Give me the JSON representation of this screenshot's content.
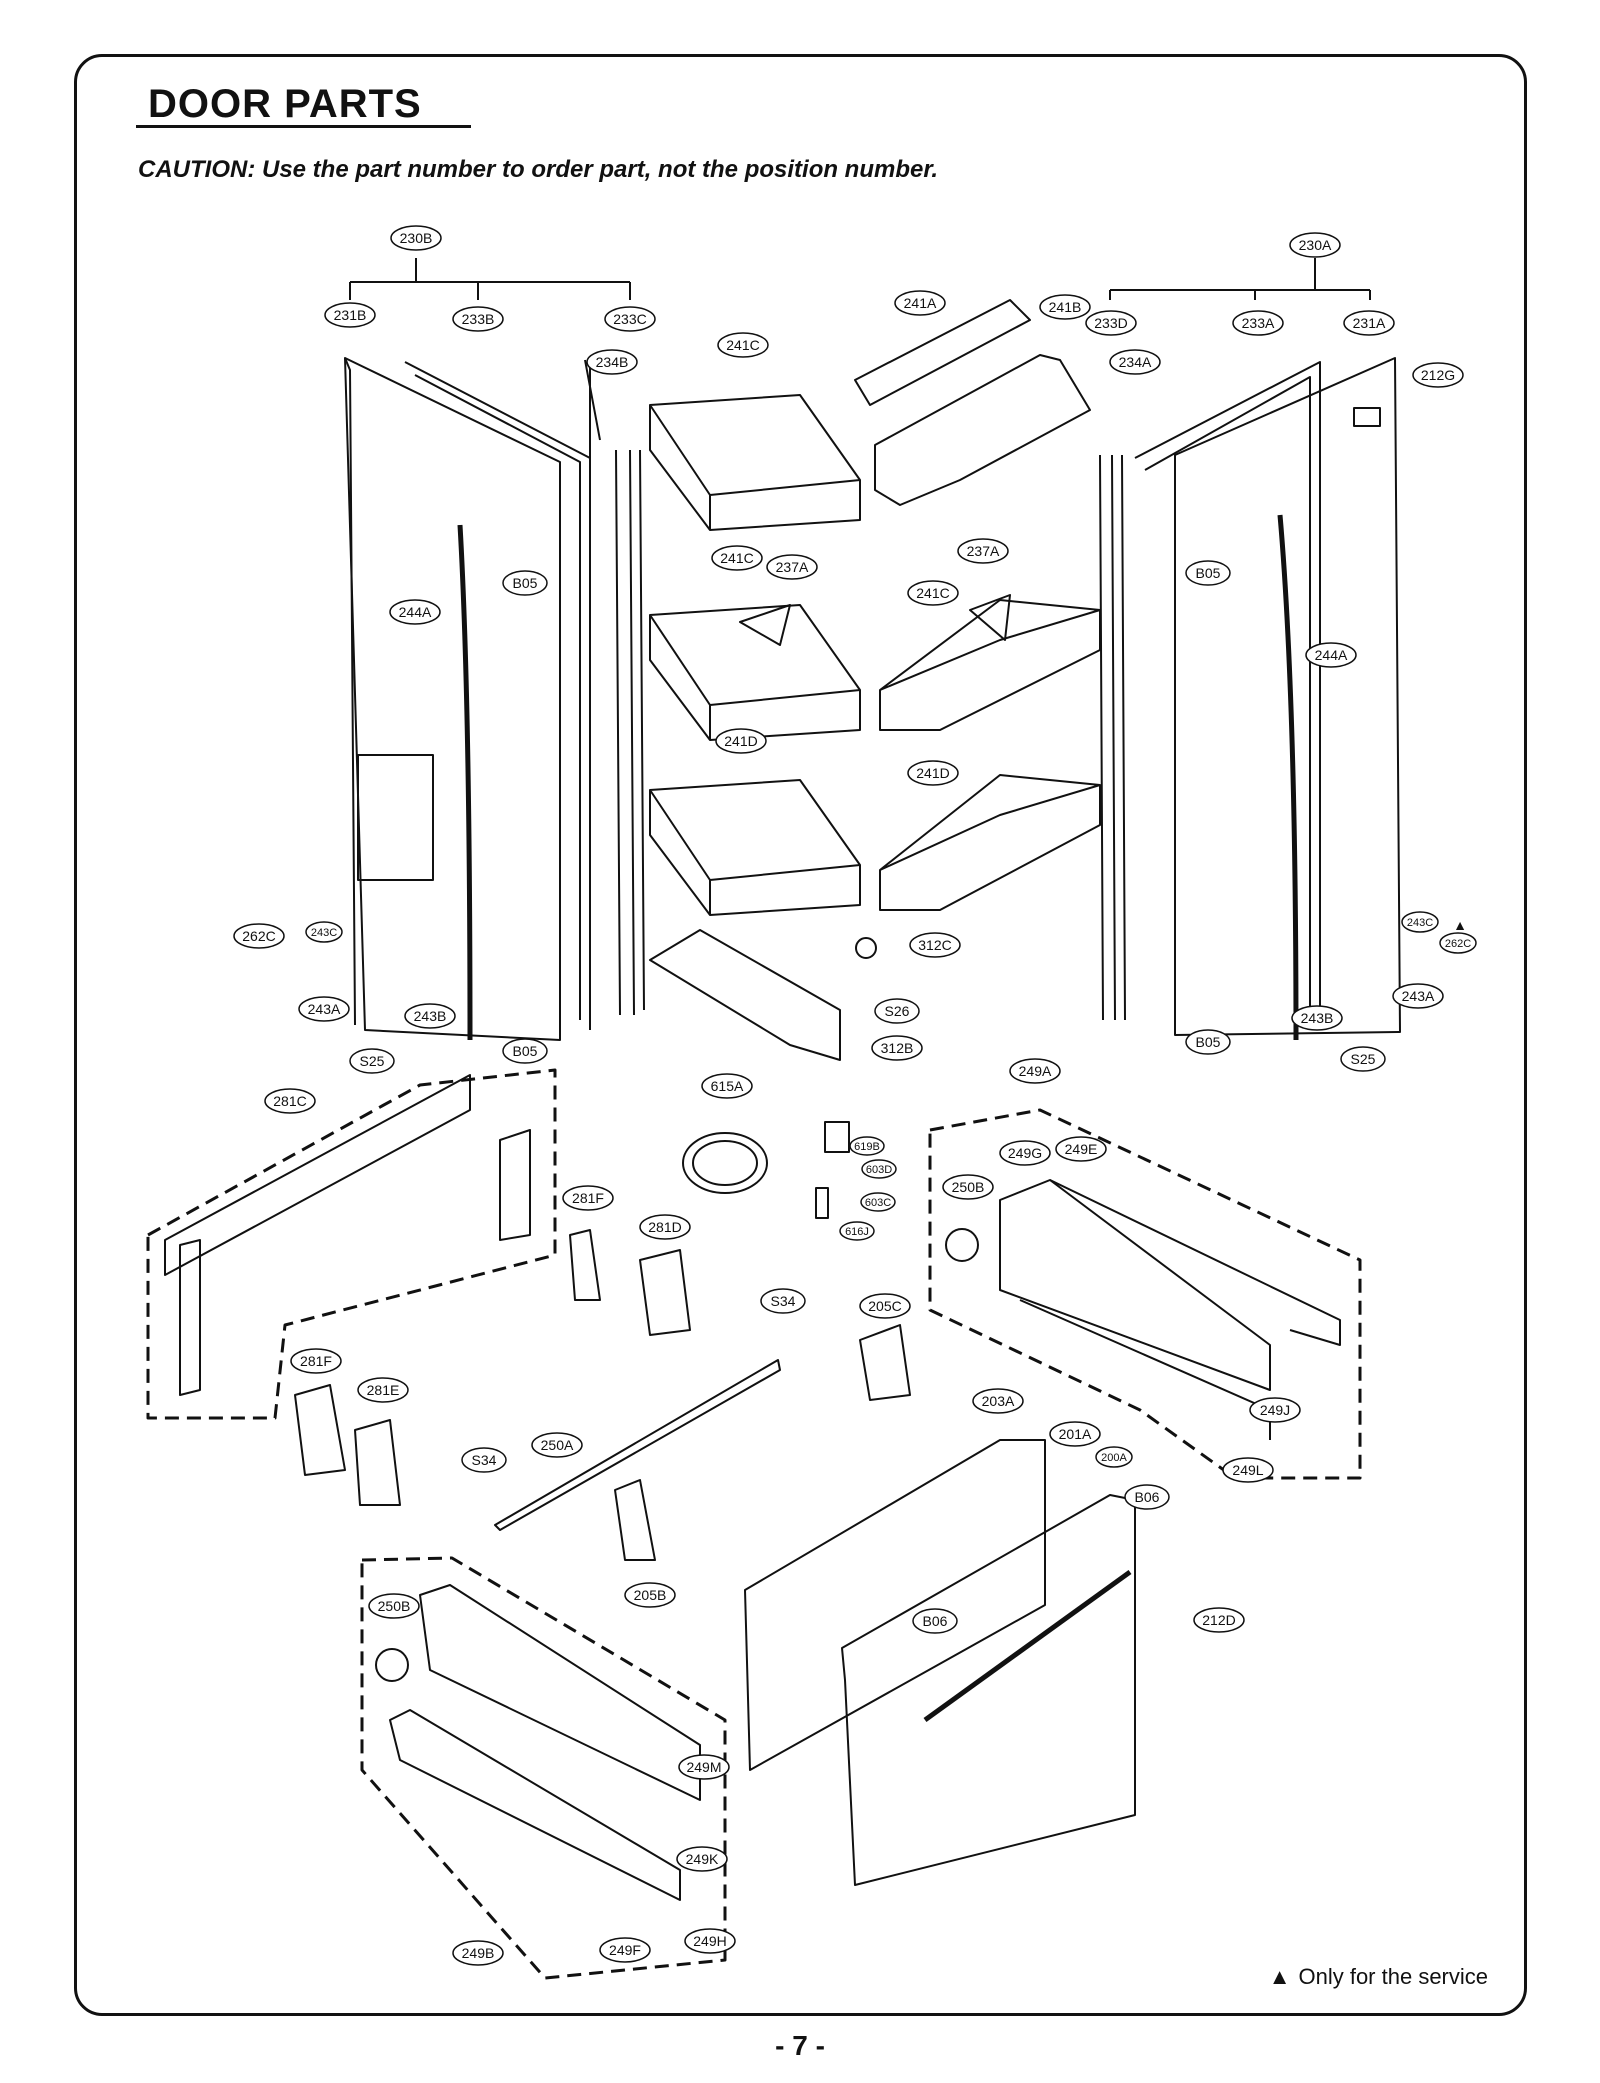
{
  "page": {
    "title": "DOOR PARTS",
    "caution": "CAUTION: Use the part number to order part, not the position number.",
    "footnote_symbol": "▲",
    "footnote": "Only for the service",
    "page_number": "- 7 -"
  },
  "labels": {
    "l230B": "230B",
    "l231B": "231B",
    "l233B": "233B",
    "l233C": "233C",
    "l234B": "234B",
    "l241C_1": "241C",
    "l241A": "241A",
    "l241B": "241B",
    "l233D": "233D",
    "l233A": "233A",
    "l231A": "231A",
    "l230A": "230A",
    "l234A_1": "234A",
    "l212G": "212G",
    "l241C_2": "241C",
    "l237A_1": "237A",
    "l237A_2": "237A",
    "l241C_3": "241C",
    "l244A_1": "244A",
    "l244A_2": "244A",
    "lB05_1": "B05",
    "lB05_2": "B05",
    "lB05_3": "B05",
    "lB05_4": "B05",
    "l241D_1": "241D",
    "l241D_2": "241D",
    "l262C_1": "262C",
    "l243C_1": "243C",
    "l243A_1": "243A",
    "l243B_1": "243B",
    "lS25_1": "S25",
    "l312C": "312C",
    "lS26": "S26",
    "l312B": "312B",
    "l243C_2": "243C",
    "l262C_2": "262C",
    "l243A_2": "243A",
    "l243B_2": "243B",
    "lS25_2": "S25",
    "l281C": "281C",
    "l615A": "615A",
    "l619B": "619B",
    "l603D": "603D",
    "l603C": "603C",
    "l616J": "616J",
    "l249A": "249A",
    "l249G": "249G",
    "l249E": "249E",
    "l250B_1": "250B",
    "l281F_1": "281F",
    "l281D": "281D",
    "lS34_1": "S34",
    "l205C": "205C",
    "l249J": "249J",
    "l249L": "249L",
    "l281F_2": "281F",
    "l281E": "281E",
    "lS34_2": "S34",
    "l250A": "250A",
    "l203A": "203A",
    "l201A": "201A",
    "l200A": "200A",
    "lB06_1": "B06",
    "lB06_2": "B06",
    "l212D": "212D",
    "l205B": "205B",
    "l250B_2": "250B",
    "l249M": "249M",
    "l249K": "249K",
    "l249B": "249B",
    "l249F": "249F",
    "l249H": "249H"
  }
}
